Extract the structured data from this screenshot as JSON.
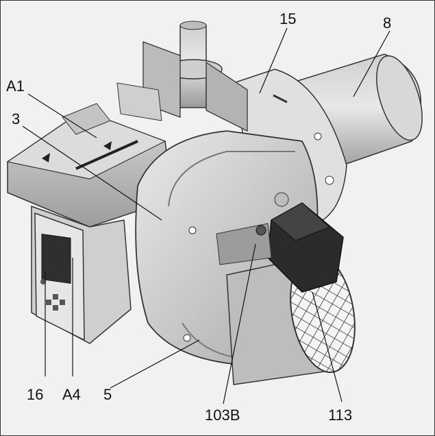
{
  "diagram": {
    "callouts": [
      {
        "id": "A1",
        "label": "A1"
      },
      {
        "id": "3",
        "label": "3"
      },
      {
        "id": "15",
        "label": "15"
      },
      {
        "id": "8",
        "label": "8"
      },
      {
        "id": "16",
        "label": "16"
      },
      {
        "id": "A4",
        "label": "A4"
      },
      {
        "id": "5",
        "label": "5"
      },
      {
        "id": "103B",
        "label": "103B"
      },
      {
        "id": "113",
        "label": "113"
      }
    ]
  },
  "colors": {
    "background": "#f1f1f1",
    "housing_light": "#e2e2e2",
    "housing_mid": "#c6c6c6",
    "housing_dark": "#8c8c8c",
    "motor_black": "#2b2b2b",
    "display": "#2f2f2f",
    "line": "#111111"
  }
}
